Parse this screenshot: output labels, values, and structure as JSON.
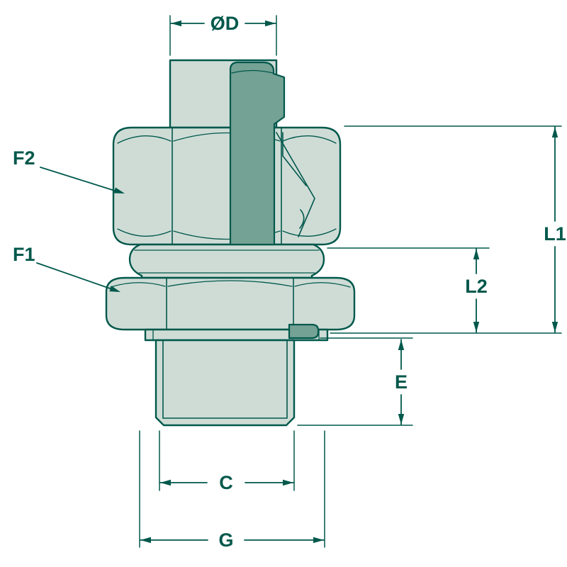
{
  "labels": {
    "diameter_d": "ØD",
    "f2": "F2",
    "f1": "F1",
    "l1": "L1",
    "l2": "L2",
    "e": "E",
    "c": "C",
    "g": "G"
  },
  "colors": {
    "line": "#00584B",
    "fill_light": "#CFDCD6",
    "fill_dark": "#74A294",
    "background": "#FFFFFF"
  }
}
